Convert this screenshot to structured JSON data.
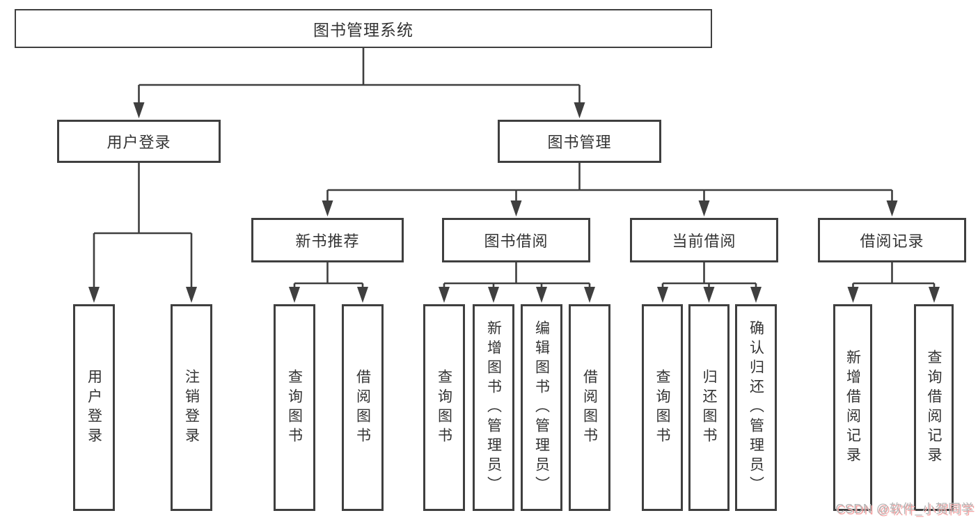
{
  "diagram": {
    "root": {
      "label": "图书管理系统"
    },
    "branches": [
      {
        "label": "用户登录",
        "children": [
          {
            "label": "用户登录"
          },
          {
            "label": "注销登录"
          }
        ]
      },
      {
        "label": "图书管理",
        "children": [
          {
            "label": "新书推荐",
            "children": [
              {
                "label": "查询图书"
              },
              {
                "label": "借阅图书"
              }
            ]
          },
          {
            "label": "图书借阅",
            "children": [
              {
                "label": "查询图书"
              },
              {
                "label": "新增图书（管理员）"
              },
              {
                "label": "编辑图书（管理员）"
              },
              {
                "label": "借阅图书"
              }
            ]
          },
          {
            "label": "当前借阅",
            "children": [
              {
                "label": "查询图书"
              },
              {
                "label": "归还图书"
              },
              {
                "label": "确认归还（管理员）"
              }
            ]
          },
          {
            "label": "借阅记录",
            "children": [
              {
                "label": "新增借阅记录"
              },
              {
                "label": "查询借阅记录"
              }
            ]
          }
        ]
      }
    ],
    "watermark": "CSDN @软件_小贺同学"
  },
  "colors": {
    "line": "#3f3f3f",
    "text": "#333333",
    "background": "#ffffff",
    "watermark_text": "#b5b5b5",
    "watermark_shadow": "#f5a3a3"
  }
}
